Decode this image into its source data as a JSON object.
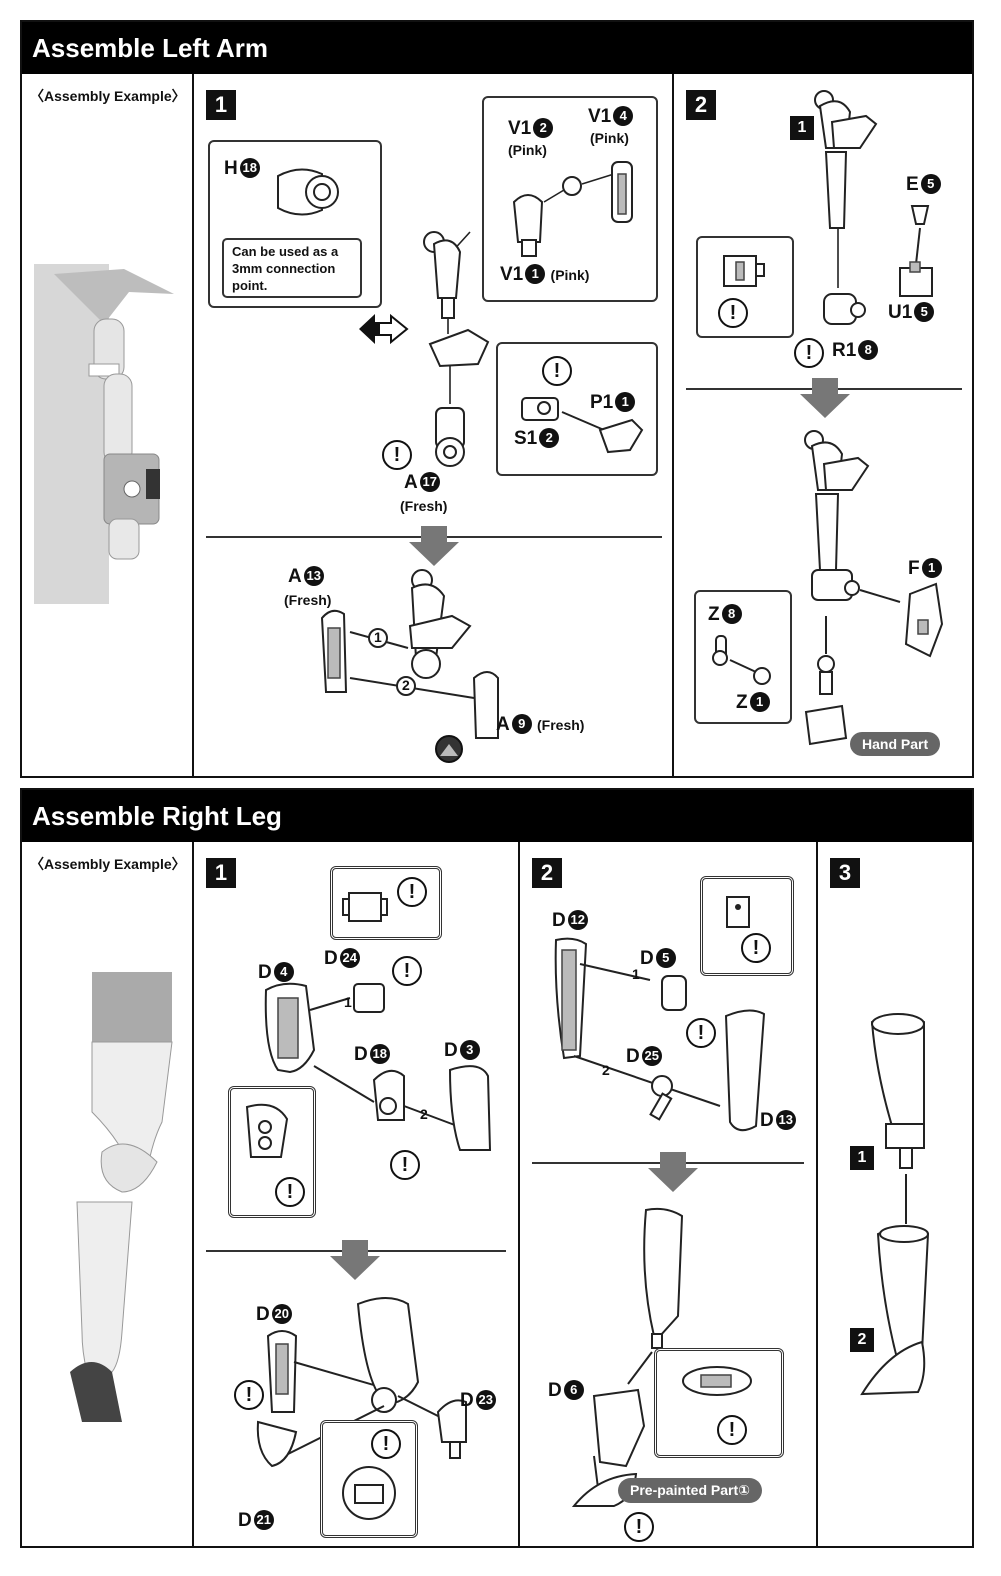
{
  "sections": {
    "arm": {
      "title": "Assemble Left Arm",
      "example_label": "〈Assembly Example〉",
      "step1": {
        "num": "1",
        "v1_2": "V1",
        "v1_2_num": "2",
        "v1_2_note": "(Pink)",
        "v1_4": "V1",
        "v1_4_num": "4",
        "v1_4_note": "(Pink)",
        "v1_1": "V1",
        "v1_1_num": "1",
        "v1_1_note": "(Pink)",
        "h18": "H",
        "h18_num": "18",
        "h18_note": "Can be used as a 3mm connection point.",
        "p1": "P1",
        "p1_num": "1",
        "s1": "S1",
        "s1_num": "2",
        "a17": "A",
        "a17_num": "17",
        "a17_note": "(Fresh)",
        "a13": "A",
        "a13_num": "13",
        "a13_note": "(Fresh)",
        "a9": "A",
        "a9_num": "9",
        "a9_note": "(Fresh)",
        "order1": "1",
        "order2": "2"
      },
      "step2": {
        "num": "2",
        "sub1": "1",
        "e5": "E",
        "e5_num": "5",
        "u15": "U1",
        "u15_num": "5",
        "r18": "R1",
        "r18_num": "8",
        "f1": "F",
        "f1_num": "1",
        "z8": "Z",
        "z8_num": "8",
        "z1": "Z",
        "z1_num": "1",
        "hand_part": "Hand Part"
      }
    },
    "leg": {
      "title": "Assemble Right Leg",
      "example_label": "〈Assembly Example〉",
      "step1": {
        "num": "1",
        "d4": "D",
        "d4_num": "4",
        "d24": "D",
        "d24_num": "24",
        "d18": "D",
        "d18_num": "18",
        "d3": "D",
        "d3_num": "3",
        "d20": "D",
        "d20_num": "20",
        "d23": "D",
        "d23_num": "23",
        "d21": "D",
        "d21_num": "21",
        "order1": "1",
        "order2": "2"
      },
      "step2": {
        "num": "2",
        "d12": "D",
        "d12_num": "12",
        "d5": "D",
        "d5_num": "5",
        "d25": "D",
        "d25_num": "25",
        "d13": "D",
        "d13_num": "13",
        "d6": "D",
        "d6_num": "6",
        "order1": "1",
        "order2": "2",
        "prepainted": "Pre-painted Part①"
      },
      "step3": {
        "num": "3",
        "sub1": "1",
        "sub2": "2"
      }
    }
  },
  "icons": {
    "warning": "!",
    "warning_icon": "exclamation-warning-icon",
    "arrow": "down-arrow-icon"
  }
}
